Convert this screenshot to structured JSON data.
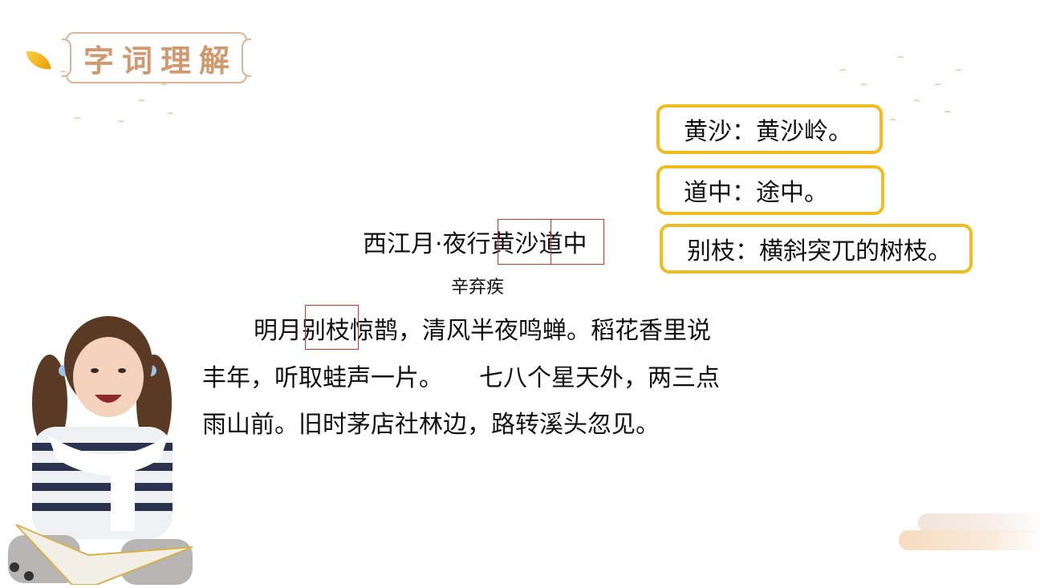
{
  "header": {
    "title": "字词理解"
  },
  "poem": {
    "title": "西江月·夜行黄沙道中",
    "title_parts": {
      "prefix": "西江月·夜行",
      "highlight_1": "黄沙",
      "highlight_2": "道中"
    },
    "author": "辛弃疾",
    "lines": [
      {
        "prefix": "明月",
        "highlight": "别枝",
        "rest": "惊鹊，清风半夜鸣蝉。稻花香里说"
      },
      {
        "text": "丰年，听取蛙声一片。　　七八个星天外，两三点"
      },
      {
        "text": "雨山前。旧时茅店社林边，路转溪头忽见。"
      }
    ],
    "highlight_color": "#d9302b"
  },
  "glossary": [
    {
      "term": "黄沙",
      "sep": "：",
      "definition": "黄沙岭。",
      "full": "黄沙：黄沙岭。"
    },
    {
      "term": "道中",
      "sep": "：",
      "definition": "途中。",
      "full": "道中：途中。"
    },
    {
      "term": "别枝",
      "sep": "：",
      "definition": "横斜突兀的树枝。",
      "full": "别枝：横斜突兀的树枝。"
    }
  ],
  "colors": {
    "title_text": "#cf9a70",
    "title_border": "#d8b596",
    "gloss_border": "#f2bb1e",
    "leaf": "#f1b01a"
  },
  "icons": {
    "leaf": "leaf-icon",
    "birds": "bird-icon"
  }
}
